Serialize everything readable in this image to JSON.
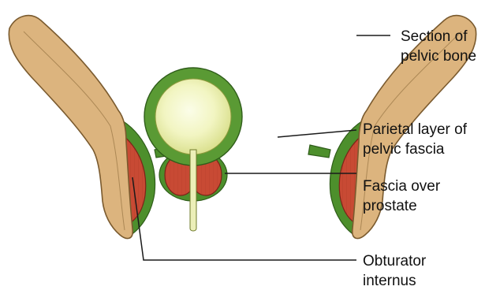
{
  "labels": {
    "pelvic_bone_line1": "Section of",
    "pelvic_bone_line2": "pelvic bone",
    "parietal_line1": "Parietal layer of",
    "parietal_line2": "pelvic fascia",
    "prostate_line1": "Fascia over",
    "prostate_line2": "prostate",
    "obturator_line1": "Obturator",
    "obturator_line2": "internus"
  },
  "colors": {
    "bone": "#dcb47e",
    "fascia": "#4d8f2c",
    "muscle": "#c84a34",
    "bladder_lumen": "#f4f6c8"
  }
}
